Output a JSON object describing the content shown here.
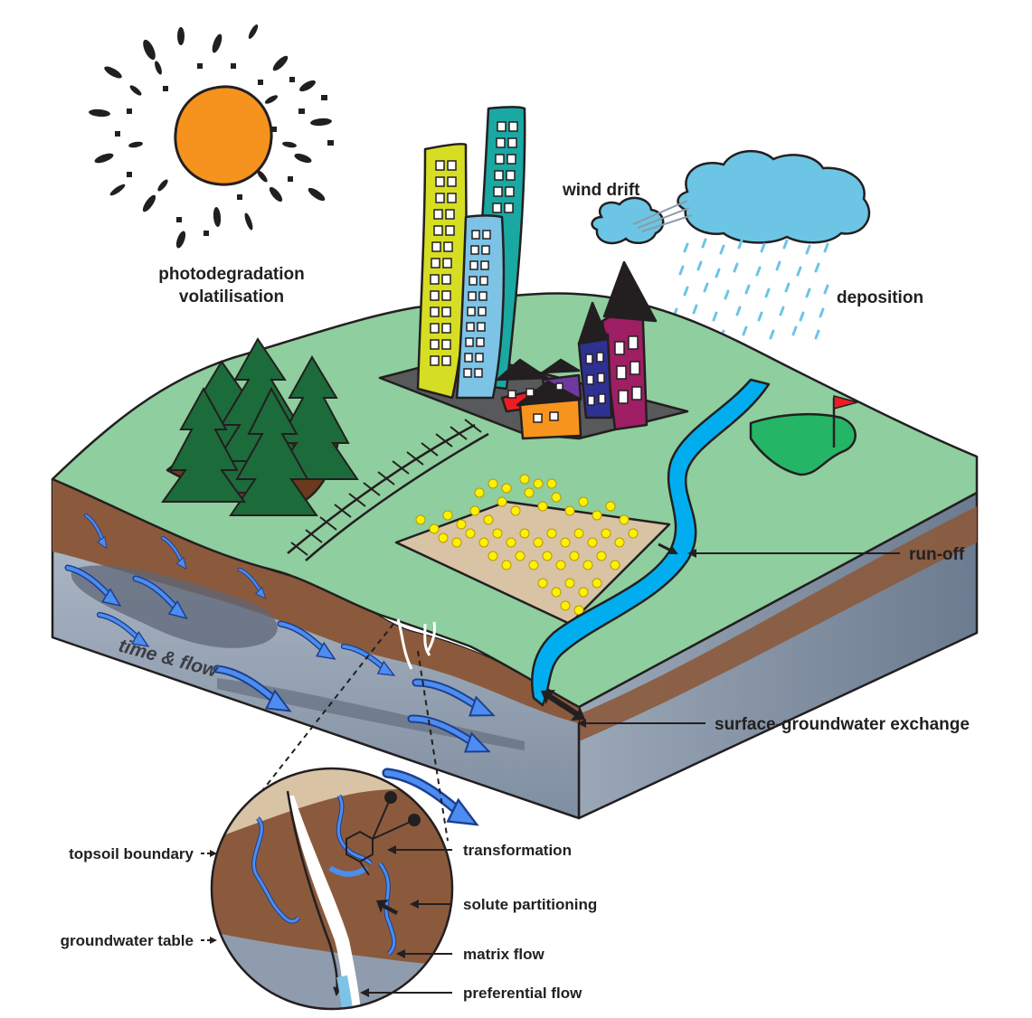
{
  "colors": {
    "sun": "#f6921e",
    "grass": "#8fce9e",
    "soil": "#8b5a3c",
    "groundwater": "#8f9cad",
    "river": "#00aeef",
    "cloud": "#6cc5e5",
    "crop_field": "#d8c3a5",
    "crop_flower": "#fff200",
    "forest": "#1c6b3a",
    "golf_green": "#25b567",
    "flow_arrow": "#2e6fd6"
  },
  "labels": {
    "photodegradation": "photodegradation",
    "volatilisation": "volatilisation",
    "wind_drift": "wind drift",
    "deposition": "deposition",
    "run_off": "run-off",
    "surface_groundwater_exchange": "surface-groundwater exchange",
    "time_flow": "time & flow",
    "topsoil_boundary": "topsoil boundary",
    "groundwater_table": "groundwater table",
    "transformation": "transformation",
    "solute_partitioning": "solute partitioning",
    "matrix_flow": "matrix flow",
    "preferential_flow": "preferential flow"
  },
  "icons": {
    "sun": "sun-icon",
    "cloud": "cloud-icon",
    "rain": "rain-icon",
    "forest": "tree-icon",
    "buildings": "building-icon",
    "houses": "house-icon",
    "railway": "railway-icon",
    "crop_field": "flower-field-icon",
    "river": "river-icon",
    "golf_flag": "flag-icon",
    "molecule": "molecule-icon"
  }
}
